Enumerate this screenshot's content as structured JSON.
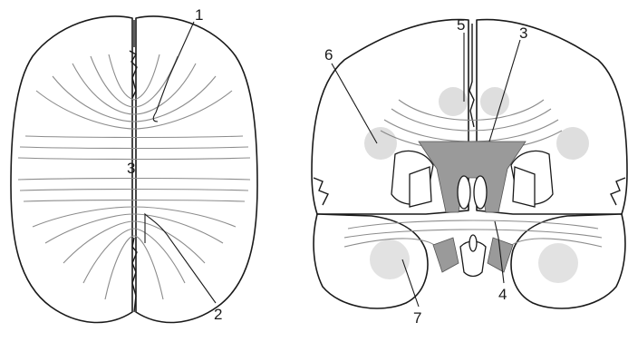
{
  "axial_view": {
    "callouts": [
      "1",
      "3",
      "2"
    ]
  },
  "coronal_view": {
    "callouts": [
      "5",
      "3",
      "6",
      "4",
      "7"
    ]
  },
  "colors": {
    "outline": "#1a1a1a",
    "fiber": "#8c8c8c",
    "shading": "#9a9a9a"
  }
}
